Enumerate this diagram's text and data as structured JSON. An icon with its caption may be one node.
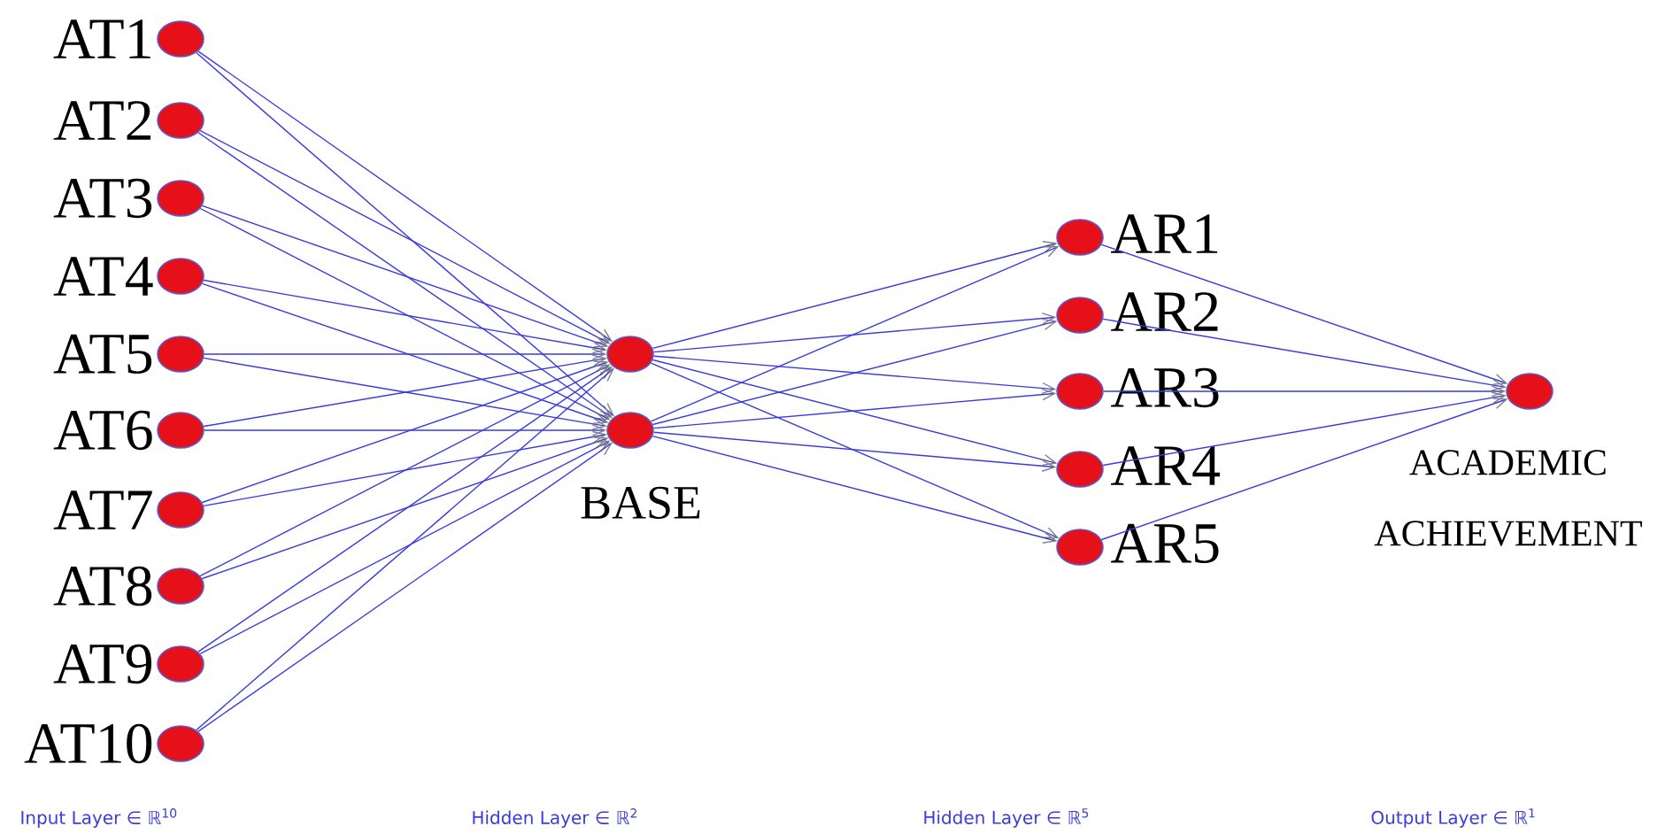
{
  "diagram": {
    "nodes": [
      {
        "text": [],
        "shape": "circle",
        "beside": [
          "AT1"
        ]
      },
      {
        "text": [],
        "shape": "circle",
        "beside": [
          "AT2"
        ]
      },
      {
        "text": [],
        "shape": "circle",
        "beside": [
          "AT3"
        ]
      },
      {
        "text": [],
        "shape": "circle",
        "beside": [
          "AT4"
        ]
      },
      {
        "text": [],
        "shape": "circle",
        "beside": [
          "AT5"
        ]
      },
      {
        "text": [],
        "shape": "circle",
        "beside": [
          "AT6"
        ]
      },
      {
        "text": [],
        "shape": "circle",
        "beside": [
          "AT7"
        ]
      },
      {
        "text": [],
        "shape": "circle",
        "beside": [
          "AT8"
        ]
      },
      {
        "text": [],
        "shape": "circle",
        "beside": [
          "AT9"
        ]
      },
      {
        "text": [],
        "shape": "circle",
        "beside": [
          "AT10"
        ]
      },
      {
        "text": [],
        "shape": "circle"
      },
      {
        "text": [],
        "shape": "circle"
      },
      {
        "text": [],
        "shape": "circle",
        "beside": [
          "AR1"
        ]
      },
      {
        "text": [],
        "shape": "circle",
        "beside": [
          "AR2"
        ]
      },
      {
        "text": [],
        "shape": "circle",
        "beside": [
          "AR3"
        ]
      },
      {
        "text": [],
        "shape": "circle",
        "beside": [
          "AR4"
        ]
      },
      {
        "text": [],
        "shape": "circle",
        "beside": [
          "AR5"
        ]
      },
      {
        "text": [],
        "shape": "circle",
        "beside": [
          "ACADEMIC ACHIEVEMENT"
        ]
      }
    ],
    "edges": [
      {
        "from": 0,
        "to": 10,
        "arrow": "to"
      },
      {
        "from": 0,
        "to": 11,
        "arrow": "to"
      },
      {
        "from": 1,
        "to": 10,
        "arrow": "to"
      },
      {
        "from": 1,
        "to": 11,
        "arrow": "to"
      },
      {
        "from": 2,
        "to": 10,
        "arrow": "to"
      },
      {
        "from": 2,
        "to": 11,
        "arrow": "to"
      },
      {
        "from": 3,
        "to": 10,
        "arrow": "to"
      },
      {
        "from": 3,
        "to": 11,
        "arrow": "to"
      },
      {
        "from": 4,
        "to": 10,
        "arrow": "to"
      },
      {
        "from": 4,
        "to": 11,
        "arrow": "to"
      },
      {
        "from": 5,
        "to": 10,
        "arrow": "to"
      },
      {
        "from": 5,
        "to": 11,
        "arrow": "to"
      },
      {
        "from": 6,
        "to": 10,
        "arrow": "to"
      },
      {
        "from": 6,
        "to": 11,
        "arrow": "to"
      },
      {
        "from": 7,
        "to": 10,
        "arrow": "to"
      },
      {
        "from": 7,
        "to": 11,
        "arrow": "to"
      },
      {
        "from": 8,
        "to": 10,
        "arrow": "to"
      },
      {
        "from": 8,
        "to": 11,
        "arrow": "to"
      },
      {
        "from": 9,
        "to": 10,
        "arrow": "to"
      },
      {
        "from": 9,
        "to": 11,
        "arrow": "to"
      },
      {
        "from": 10,
        "to": 12,
        "arrow": "to"
      },
      {
        "from": 10,
        "to": 13,
        "arrow": "to"
      },
      {
        "from": 10,
        "to": 14,
        "arrow": "to"
      },
      {
        "from": 10,
        "to": 15,
        "arrow": "to"
      },
      {
        "from": 10,
        "to": 16,
        "arrow": "to"
      },
      {
        "from": 11,
        "to": 12,
        "arrow": "to"
      },
      {
        "from": 11,
        "to": 13,
        "arrow": "to"
      },
      {
        "from": 11,
        "to": 14,
        "arrow": "to"
      },
      {
        "from": 11,
        "to": 15,
        "arrow": "to"
      },
      {
        "from": 11,
        "to": 16,
        "arrow": "to"
      },
      {
        "from": 12,
        "to": 17,
        "arrow": "to"
      },
      {
        "from": 13,
        "to": 17,
        "arrow": "to"
      },
      {
        "from": 14,
        "to": 17,
        "arrow": "to"
      },
      {
        "from": 15,
        "to": 17,
        "arrow": "to"
      },
      {
        "from": 16,
        "to": 17,
        "arrow": "to"
      }
    ],
    "labels": [
      "BASE",
      "Input Layer ∈ ℝ$^{10}$",
      "Hidden Layer ∈ ℝ$^{2}$",
      "Hidden Layer ∈ ℝ$^{5}$",
      "Output Layer ∈ ℝ$^{1}$"
    ]
  }
}
